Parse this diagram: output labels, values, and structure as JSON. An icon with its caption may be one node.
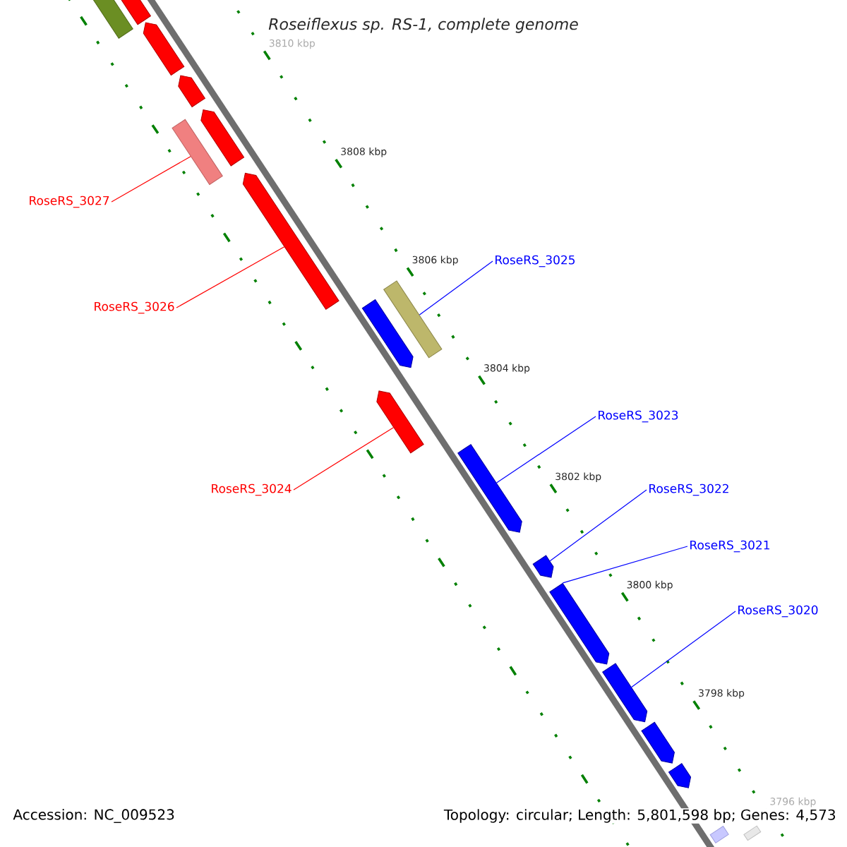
{
  "diagram": {
    "title": "Roseiflexus sp. RS-1, complete genome",
    "nodes": [
      {
        "text": [],
        "shape": "bar"
      },
      {
        "text": [],
        "shape": "arrow"
      },
      {
        "text": [],
        "shape": "arrow"
      },
      {
        "text": [],
        "shape": "arrow"
      },
      {
        "text": [],
        "shape": "bar"
      },
      {
        "text": [],
        "shape": "arrow"
      },
      {
        "text": [],
        "shape": "arrow"
      },
      {
        "text": [],
        "shape": "arrow"
      },
      {
        "text": [],
        "shape": "bar"
      },
      {
        "text": [],
        "shape": "arrow"
      },
      {
        "text": [],
        "shape": "arrow"
      },
      {
        "text": [],
        "shape": "arrow"
      },
      {
        "text": [],
        "shape": "arrow"
      },
      {
        "text": [],
        "shape": "arrow"
      },
      {
        "text": [],
        "shape": "arrow"
      },
      {
        "text": [],
        "shape": "arrow"
      },
      {
        "text": [],
        "shape": "bar"
      },
      {
        "text": [],
        "shape": "bar"
      },
      {
        "text": [
          "RoseRS_3027"
        ]
      },
      {
        "text": [
          "RoseRS_3026"
        ]
      },
      {
        "text": [
          "RoseRS_3025"
        ]
      },
      {
        "text": [
          "RoseRS_3024"
        ]
      },
      {
        "text": [
          "RoseRS_3023"
        ]
      },
      {
        "text": [
          "RoseRS_3022"
        ]
      },
      {
        "text": [
          "RoseRS_3021"
        ]
      },
      {
        "text": [
          "RoseRS_3020"
        ]
      }
    ],
    "edges": [
      {
        "from": 18,
        "to": 4,
        "arrow": "none",
        "color": "#ff0000"
      },
      {
        "from": 19,
        "to": 6,
        "arrow": "none",
        "color": "#ff0000"
      },
      {
        "from": 20,
        "to": 8,
        "arrow": "none"
      },
      {
        "from": 21,
        "to": 9,
        "arrow": "none",
        "color": "#ff0000"
      },
      {
        "from": 22,
        "to": 10,
        "arrow": "none"
      },
      {
        "from": 23,
        "to": 11,
        "arrow": "none"
      },
      {
        "from": 24,
        "to": 12,
        "arrow": "none"
      },
      {
        "from": 25,
        "to": 13,
        "arrow": "none"
      }
    ],
    "labels": [
      "3810 kbp",
      "3808 kbp",
      "3806 kbp",
      "3804 kbp",
      "3802 kbp",
      "3800 kbp",
      "3798 kbp",
      "3796 kbp",
      "Accession: NC_009523",
      "Topology: circular; Length: 5,801,598 bp; Genes: 4,573"
    ]
  }
}
